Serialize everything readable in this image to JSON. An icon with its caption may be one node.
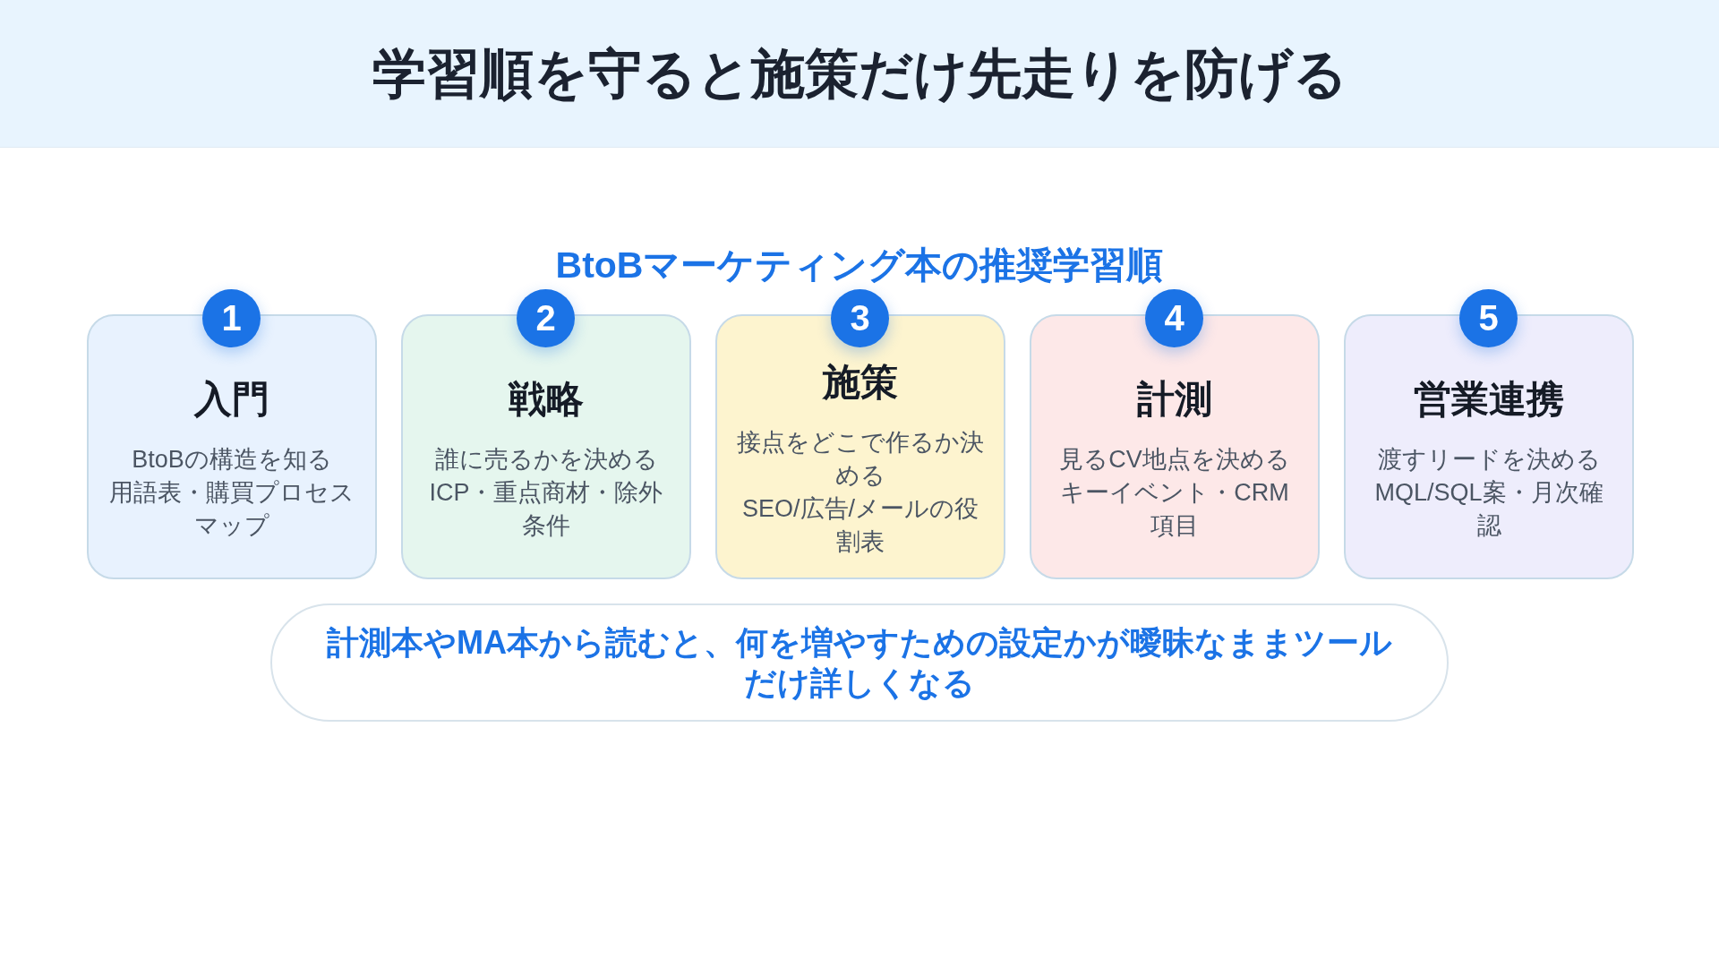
{
  "diagram": {
    "title": "学習順を守ると施策だけ先走りを防げる",
    "nodes": [
      {
        "text": [
          "1"
        ]
      },
      {
        "text": [
          "入門",
          "BtoBの構造を知る",
          "用語表・購買プロセスマップ"
        ]
      },
      {
        "text": [
          "2"
        ]
      },
      {
        "text": [
          "戦略",
          "誰に売るかを決める",
          "ICP・重点商材・除外条件"
        ]
      },
      {
        "text": [
          "3"
        ]
      },
      {
        "text": [
          "施策",
          "接点をどこで作るか決める",
          "SEO/広告/メールの役割表"
        ]
      },
      {
        "text": [
          "4"
        ]
      },
      {
        "text": [
          "計測",
          "見るCV地点を決める",
          "キーイベント・CRM項目"
        ]
      },
      {
        "text": [
          "5"
        ]
      },
      {
        "text": [
          "営業連携",
          "渡すリードを決める",
          "MQL/SQL案・月次確認"
        ]
      },
      {
        "text": [
          "計測本やMA本から読むと、何を増やすための設定かが曖昧なままツールだけ詳しくなる"
        ]
      }
    ],
    "labels": [
      "BtoBマーケティング本の推奨学習順"
    ]
  }
}
